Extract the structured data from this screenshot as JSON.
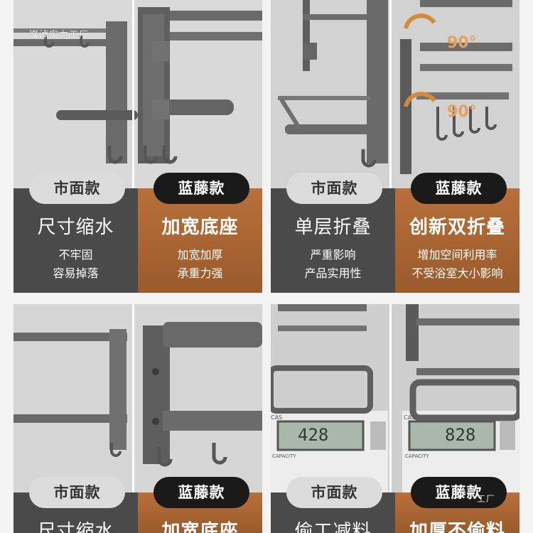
{
  "watermark": "璨淖实力工厂",
  "watermark_bottom": "工厂",
  "panels": [
    {
      "market_label": "市面款",
      "brand_label": "蓝藤款",
      "market_title": "尺寸缩水",
      "brand_title": "加宽底座",
      "market_points": [
        "不牢固",
        "容易掉落"
      ],
      "brand_points": [
        "加宽加厚",
        "承重力强"
      ]
    },
    {
      "market_label": "市面款",
      "brand_label": "蓝藤款",
      "market_title": "单层折叠",
      "brand_title": "创新双折叠",
      "market_points": [
        "严重影响",
        "产品实用性"
      ],
      "brand_points": [
        "增加空间利用率",
        "不受浴室大小影响"
      ],
      "angle_labels": [
        "90°",
        "90°"
      ]
    },
    {
      "market_label": "市面款",
      "brand_label": "蓝藤款",
      "market_title": "尺寸缩水",
      "brand_title": "加宽底座"
    },
    {
      "market_label": "市面款",
      "brand_label": "蓝藤款",
      "market_title": "偷工减料",
      "brand_title": "加厚不偷料",
      "scale_left_reading": "428",
      "scale_right_reading": "828",
      "scale_brand": "CAS",
      "scale_caption": "CAPACITY"
    }
  ],
  "colors": {
    "market_bg": "#4a4a4a",
    "brand_bg": "#b8703a",
    "brand_pill": "#1a1a1a",
    "market_pill": "#dcdcdc"
  }
}
